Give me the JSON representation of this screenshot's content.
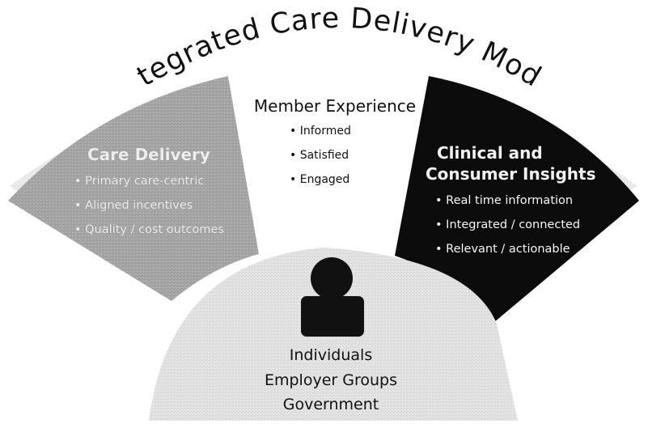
{
  "diagram": {
    "title": "Integrated Care Delivery Model",
    "segments": {
      "care_delivery": {
        "heading_line1": "Care Delivery",
        "bullets": [
          "Primary care-centric",
          "Aligned incentives",
          "Quality / cost outcomes"
        ]
      },
      "member_experience": {
        "heading": "Member Experience",
        "bullets": [
          "Informed",
          "Satisfied",
          "Engaged"
        ]
      },
      "insights": {
        "heading_line1": "Clinical and",
        "heading_line2": "Consumer Insights",
        "bullets": [
          "Real time information",
          "Integrated / connected",
          "Relevant / actionable"
        ]
      }
    },
    "center": {
      "icon": "person-icon",
      "lines": [
        "Individuals",
        "Employer Groups",
        "Government"
      ]
    },
    "colors": {
      "care_delivery": "#a7a7a7",
      "member_experience": "#ffffff",
      "insights": "#0c0c0c",
      "center": "#e4e4e4",
      "title_band": "#dcdcdc"
    }
  }
}
